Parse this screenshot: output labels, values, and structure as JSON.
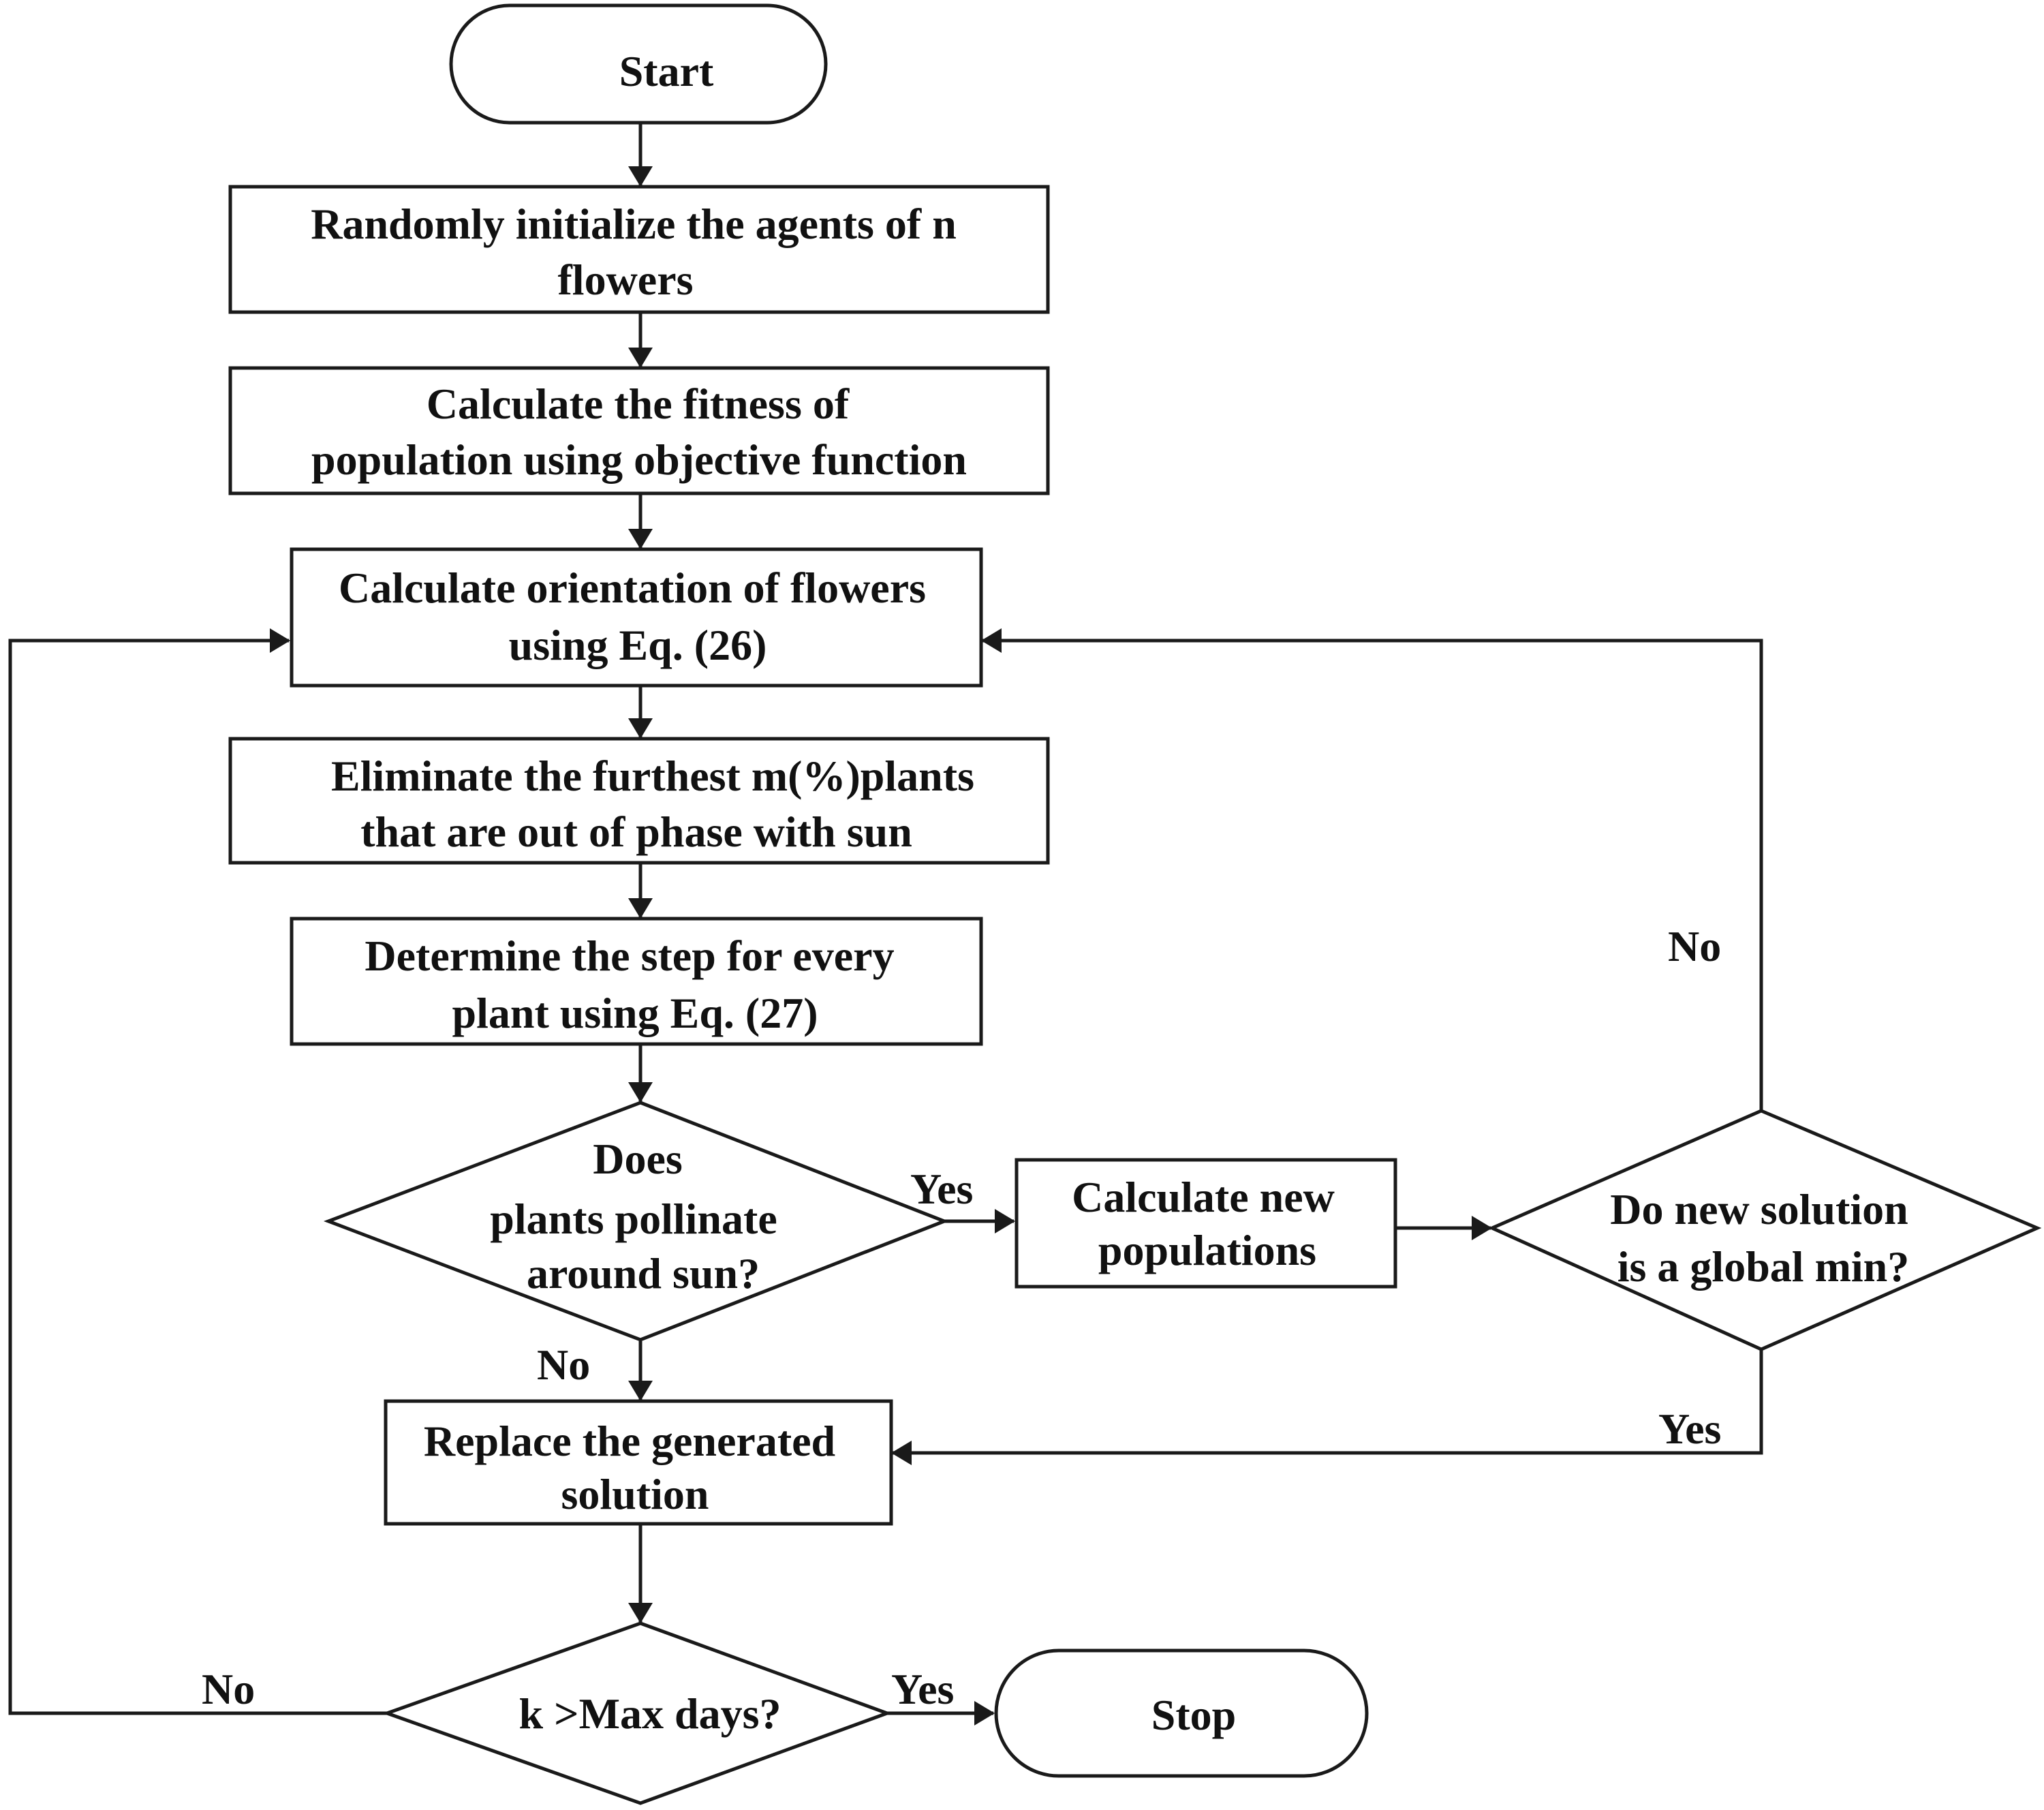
{
  "diagram": {
    "nodes": {
      "start": {
        "lines": [
          "Start"
        ]
      },
      "init": {
        "lines": [
          "Randomly initialize the agents of n",
          "flowers"
        ]
      },
      "fitness": {
        "lines": [
          "Calculate the fitness of",
          "population using objective function"
        ]
      },
      "orientation": {
        "lines": [
          "Calculate orientation of flowers",
          "using Eq. (26)"
        ]
      },
      "eliminate": {
        "lines": [
          "Eliminate the furthest m(%)plants",
          "that are out of phase with sun"
        ]
      },
      "step": {
        "lines": [
          "Determine the step for every",
          "plant using Eq. (27)"
        ]
      },
      "pollinate": {
        "lines": [
          "Does",
          "plants pollinate",
          "around sun?"
        ]
      },
      "new_pop": {
        "lines": [
          "Calculate new",
          "populations"
        ]
      },
      "global_min": {
        "lines": [
          "Do new solution",
          "is a global min?"
        ]
      },
      "replace": {
        "lines": [
          "Replace the generated",
          "solution"
        ]
      },
      "max_days": {
        "lines": [
          "k >Max days?"
        ]
      },
      "stop": {
        "lines": [
          "Stop"
        ]
      }
    },
    "edge_labels": {
      "pollinate_yes": "Yes",
      "pollinate_no": "No",
      "global_no": "No",
      "global_yes": "Yes",
      "max_no": "No",
      "max_yes": "Yes"
    }
  }
}
